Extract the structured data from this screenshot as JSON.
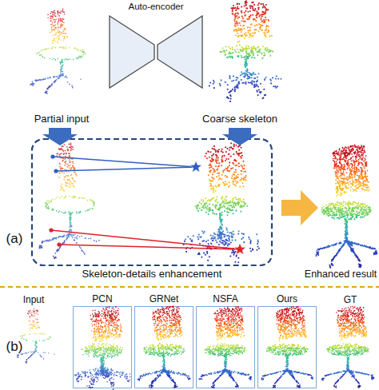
{
  "diagram": {
    "nodes": [
      {
        "text": [
          "Auto-encoder"
        ]
      },
      {
        "text": [
          "Skeleton-details enhancement"
        ]
      },
      {
        "text": [
          "PCN"
        ]
      },
      {
        "text": [
          "GRNet"
        ]
      },
      {
        "text": [
          "NSFA"
        ]
      },
      {
        "text": [
          "Ours"
        ]
      }
    ],
    "labels": [
      "Partial input",
      "Coarse skeleton",
      "(a)",
      "Enhanced result",
      "(b)",
      "Input",
      "GT"
    ]
  }
}
